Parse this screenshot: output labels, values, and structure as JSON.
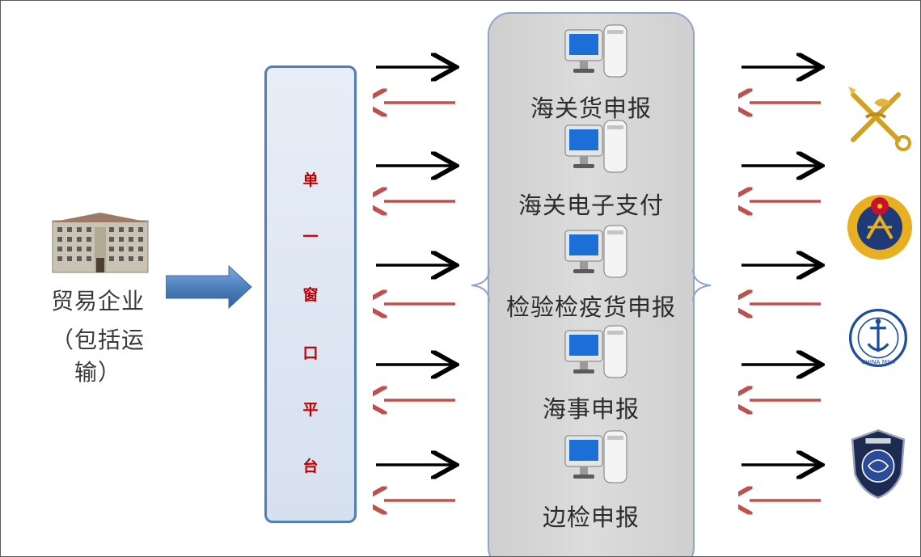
{
  "enterprise": {
    "icon": "office-building-icon",
    "name": "贸易企业",
    "note": "（包括运输）"
  },
  "single_window": {
    "chars": [
      "单",
      "一",
      "窗",
      "口",
      "平",
      "台"
    ]
  },
  "services": [
    {
      "label": "海关货申报",
      "icon": "computer-server-icon"
    },
    {
      "label": "海关电子支付",
      "icon": "computer-server-icon"
    },
    {
      "label": "检验检疫货申报",
      "icon": "computer-server-icon"
    },
    {
      "label": "海事申报",
      "icon": "computer-server-icon"
    },
    {
      "label": "边检申报",
      "icon": "computer-server-icon"
    }
  ],
  "agencies": [
    {
      "icon": "customs-emblem-icon"
    },
    {
      "icon": "inspection-quarantine-emblem-icon"
    },
    {
      "icon": "china-msa-emblem-icon",
      "text": "CHINA MSA"
    },
    {
      "icon": "border-inspection-emblem-icon"
    }
  ],
  "colors": {
    "forward_arrow": "#000000",
    "return_arrow": "#c0504d",
    "panel_border": "#4f7fb9",
    "single_window_text": "#c00000",
    "center_panel": "#d4d4d4",
    "big_arrow": "#4f81bd"
  }
}
